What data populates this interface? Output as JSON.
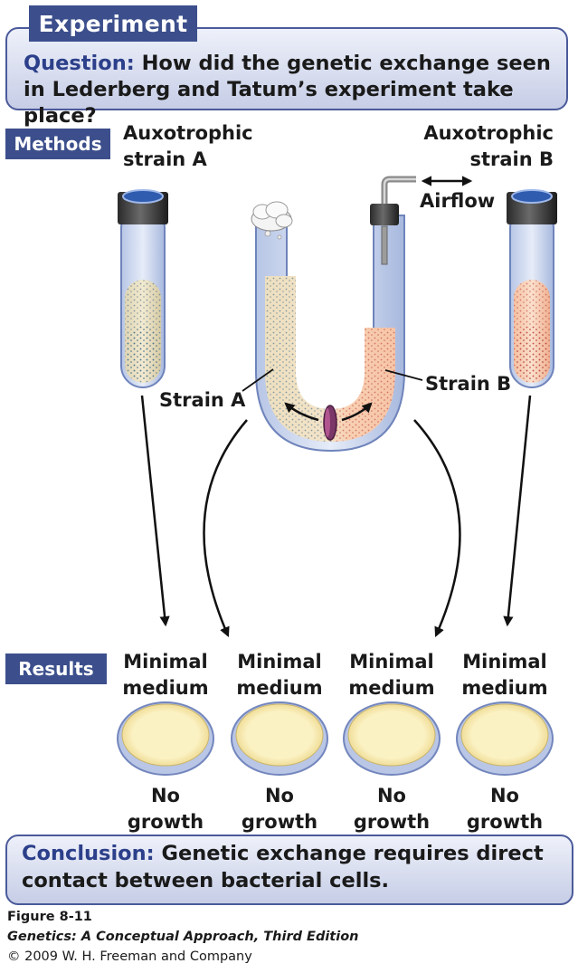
{
  "header": {
    "tab_label": "Experiment",
    "question_label": "Question:",
    "question_text": "How did the genetic exchange seen in Lederberg and Tatum’s experiment take place?"
  },
  "methods": {
    "tab_label": "Methods",
    "tube_a_label_line1": "Auxotrophic",
    "tube_a_label_line2": "strain A",
    "tube_b_label_line1": "Auxotrophic",
    "tube_b_label_line2": "strain B",
    "airflow_label": "Airflow",
    "strain_a_label": "Strain A",
    "strain_b_label": "Strain B"
  },
  "results": {
    "tab_label": "Results",
    "plates": [
      {
        "medium_line1": "Minimal",
        "medium_line2": "medium",
        "result_line1": "No",
        "result_line2": "growth"
      },
      {
        "medium_line1": "Minimal",
        "medium_line2": "medium",
        "result_line1": "No",
        "result_line2": "growth"
      },
      {
        "medium_line1": "Minimal",
        "medium_line2": "medium",
        "result_line1": "No",
        "result_line2": "growth"
      },
      {
        "medium_line1": "Minimal",
        "medium_line2": "medium",
        "result_line1": "No",
        "result_line2": "growth"
      }
    ]
  },
  "conclusion": {
    "label": "Conclusion:",
    "text": "Genetic exchange requires direct contact between bacterial cells."
  },
  "caption": {
    "figure": "Figure 8-11",
    "book": "Genetics: A Conceptual Approach, Third Edition",
    "copyright": "© 2009 W. H. Freeman and Company"
  },
  "colors": {
    "header_blue": "#3c4f8c",
    "box_fill": "#c6cde6",
    "strain_a_dots": "#2e5f86",
    "strain_b_dots": "#b8322e",
    "plate_medium": "#f9f0bf"
  }
}
